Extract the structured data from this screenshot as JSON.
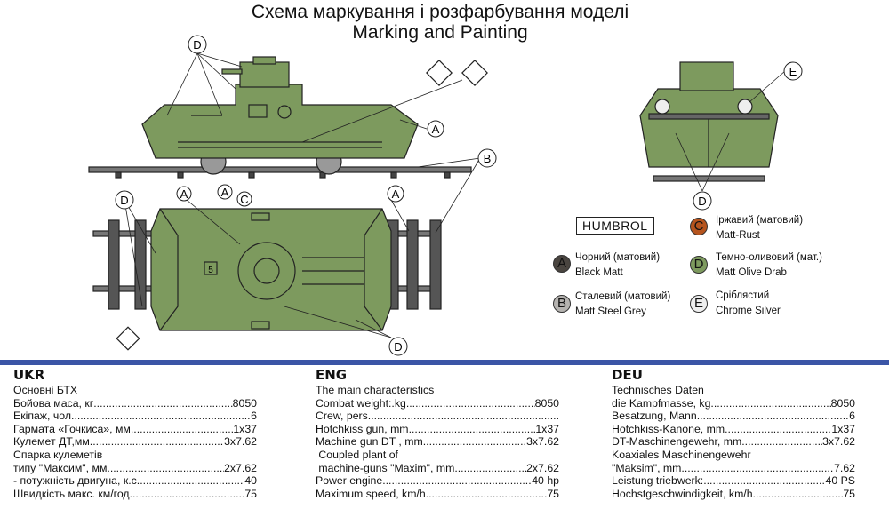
{
  "title": {
    "ukr": "Схема маркування і розфарбування моделі",
    "eng": "Marking and Painting"
  },
  "callouts": {
    "A": "A",
    "B": "B",
    "C": "C",
    "D": "D",
    "E": "E",
    "hull_number": "5"
  },
  "paint": {
    "brand": "HUMBROL",
    "items": [
      {
        "letter": "A",
        "ukr": "Чорний (матовий)",
        "eng": "Black Matt",
        "color": "#4a4540"
      },
      {
        "letter": "B",
        "ukr": "Сталевий (матовий)",
        "eng": "Matt Steel Grey",
        "color": "#b5b3b0"
      },
      {
        "letter": "C",
        "ukr": "Іржавий (матовий)",
        "eng": "Matt-Rust",
        "color": "#b5541e"
      },
      {
        "letter": "D",
        "ukr": "Темно-оливовий (мат.)",
        "eng": "Matt Olive Drab",
        "color": "#7d9a5e"
      },
      {
        "letter": "E",
        "ukr": "Сріблястий",
        "eng": "Chrome Silver",
        "color": "#eeeeee"
      }
    ]
  },
  "specs": [
    {
      "lang": "UKR",
      "heading": "Основні БТХ",
      "rows": [
        {
          "label": "Бойова маса, кг",
          "value": "8050"
        },
        {
          "label": "Екіпаж, чол",
          "value": "6"
        },
        {
          "label": "Гармата «Гочкиса», мм",
          "value": "1x37"
        },
        {
          "label": "Кулемет ДТ,мм",
          "value": "3x7.62"
        },
        {
          "label": "Спарка кулеметів",
          "value": ""
        },
        {
          "label": "типу \"Максим\", мм",
          "value": "2x7.62"
        },
        {
          "label": "- потужність двигуна, к.с",
          "value": "40"
        },
        {
          "label": "Швидкість макс. км/год",
          "value": "75"
        }
      ]
    },
    {
      "lang": "ENG",
      "heading": "The main characteristics",
      "rows": [
        {
          "label": "Combat weight:.kg",
          "value": "8050"
        },
        {
          "label": "Crew, pers",
          "value": ""
        },
        {
          "label": "Hotchkiss gun, mm",
          "value": "1x37"
        },
        {
          "label": "Machine gun DT , mm",
          "value": "3x7.62"
        },
        {
          "label": " Coupled plant of",
          "value": ""
        },
        {
          "label": " machine-guns \"Maxim\", mm",
          "value": "2x7.62"
        },
        {
          "label": "Power engine",
          "value": "40 hp"
        },
        {
          "label": "Maximum speed, km/h",
          "value": "75"
        }
      ]
    },
    {
      "lang": "DEU",
      "heading": "Technisches Daten",
      "rows": [
        {
          "label": "die Kampfmasse, kg",
          "value": "8050"
        },
        {
          "label": "Besatzung, Mann",
          "value": "6"
        },
        {
          "label": "Hotchkiss-Kanone, mm",
          "value": "1x37"
        },
        {
          "label": "DT-Maschinengewehr, mm",
          "value": "3x7.62"
        },
        {
          "label": "Koaxiales Maschinengewehr",
          "value": ""
        },
        {
          "label": "\"Maksim\", mm",
          "value": "7.62"
        },
        {
          "label": "Leistung triebwerk:",
          "value": "40 PS"
        },
        {
          "label": "Hochstgeschwindigkeit, km/h",
          "value": "75"
        }
      ]
    }
  ]
}
